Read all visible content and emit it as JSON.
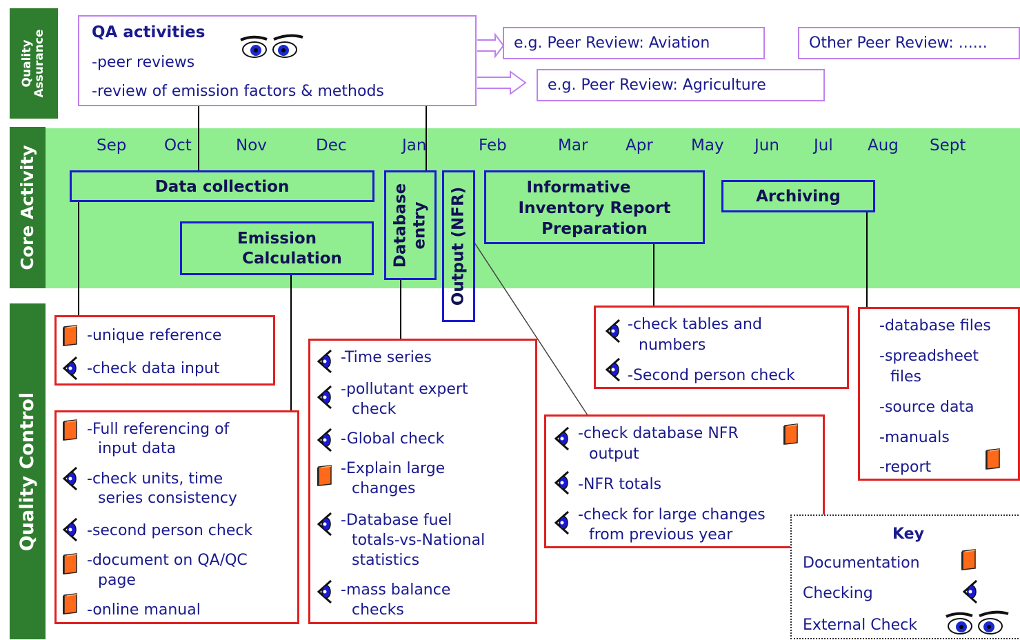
{
  "side_labels": {
    "qa": [
      "Quality",
      "Assurance"
    ],
    "core": "Core Activity",
    "qc": "Quality Control"
  },
  "qa": {
    "title": "QA activities",
    "items": [
      "-peer reviews",
      "-review of emission factors & methods"
    ],
    "peer_aviation": "e.g. Peer Review: Aviation",
    "peer_agriculture": "e.g. Peer Review: Agriculture",
    "peer_other": "Other Peer Review: ......"
  },
  "months": [
    "Sep",
    "Oct",
    "Nov",
    "Dec",
    "Jan",
    "Feb",
    "Mar",
    "Apr",
    "May",
    "Jun",
    "Jul",
    "Aug",
    "Sept"
  ],
  "core": {
    "data_collection": "Data collection",
    "emission_calc": [
      "Emission",
      "Calculation"
    ],
    "database_entry": [
      "Database",
      "entry"
    ],
    "output_nfr": "Output (NFR)",
    "iir": [
      "Informative",
      "Inventory Report",
      "Preparation"
    ],
    "archiving": "Archiving"
  },
  "qc": {
    "box1": [
      {
        "icon": "doc",
        "lines": [
          "-unique reference"
        ]
      },
      {
        "icon": "check",
        "lines": [
          "-check data input"
        ]
      }
    ],
    "box2": [
      {
        "icon": "doc",
        "lines": [
          "-Full referencing of",
          "input data"
        ]
      },
      {
        "icon": "check",
        "lines": [
          "-check units, time",
          "series consistency"
        ]
      },
      {
        "icon": "check",
        "lines": [
          "-second person check"
        ]
      },
      {
        "icon": "doc",
        "lines": [
          "-document on QA/QC",
          "page"
        ]
      },
      {
        "icon": "doc",
        "lines": [
          "-online manual"
        ]
      }
    ],
    "box3": [
      {
        "icon": "check",
        "lines": [
          "-Time series"
        ]
      },
      {
        "icon": "check",
        "lines": [
          "-pollutant expert",
          "check"
        ]
      },
      {
        "icon": "check",
        "lines": [
          "-Global check"
        ]
      },
      {
        "icon": "doc",
        "lines": [
          "-Explain large",
          "changes"
        ]
      },
      {
        "icon": "check",
        "lines": [
          "-Database fuel",
          "totals-vs-National",
          "statistics"
        ]
      },
      {
        "icon": "check",
        "lines": [
          "-mass balance",
          "checks"
        ]
      }
    ],
    "box4": [
      {
        "icon": "check",
        "lines": [
          "-check database NFR",
          "output"
        ]
      },
      {
        "icon": "check",
        "lines": [
          "-NFR totals"
        ]
      },
      {
        "icon": "check",
        "lines": [
          "-check for large changes",
          "from previous year"
        ]
      }
    ],
    "box5": [
      {
        "icon": "check",
        "lines": [
          "-check tables and",
          "numbers"
        ]
      },
      {
        "icon": "check",
        "lines": [
          "-Second person check"
        ]
      }
    ],
    "box6": [
      {
        "lines": [
          "-database files"
        ]
      },
      {
        "lines": [
          "-spreadsheet",
          "files"
        ]
      },
      {
        "lines": [
          "-source data"
        ]
      },
      {
        "lines": [
          "-manuals"
        ]
      },
      {
        "lines": [
          "-report"
        ]
      }
    ]
  },
  "key": {
    "title": "Key",
    "documentation": "Documentation",
    "checking": "Checking",
    "external": "External Check"
  },
  "colors": {
    "green_band": "#90ee90",
    "side_label": "#2f7d2f",
    "qa_border": "#c080f0",
    "core_border": "#1a1ad0",
    "qc_border": "#e02020",
    "doc_icon": "#ff6a1a",
    "text": "#1a1a8e"
  }
}
